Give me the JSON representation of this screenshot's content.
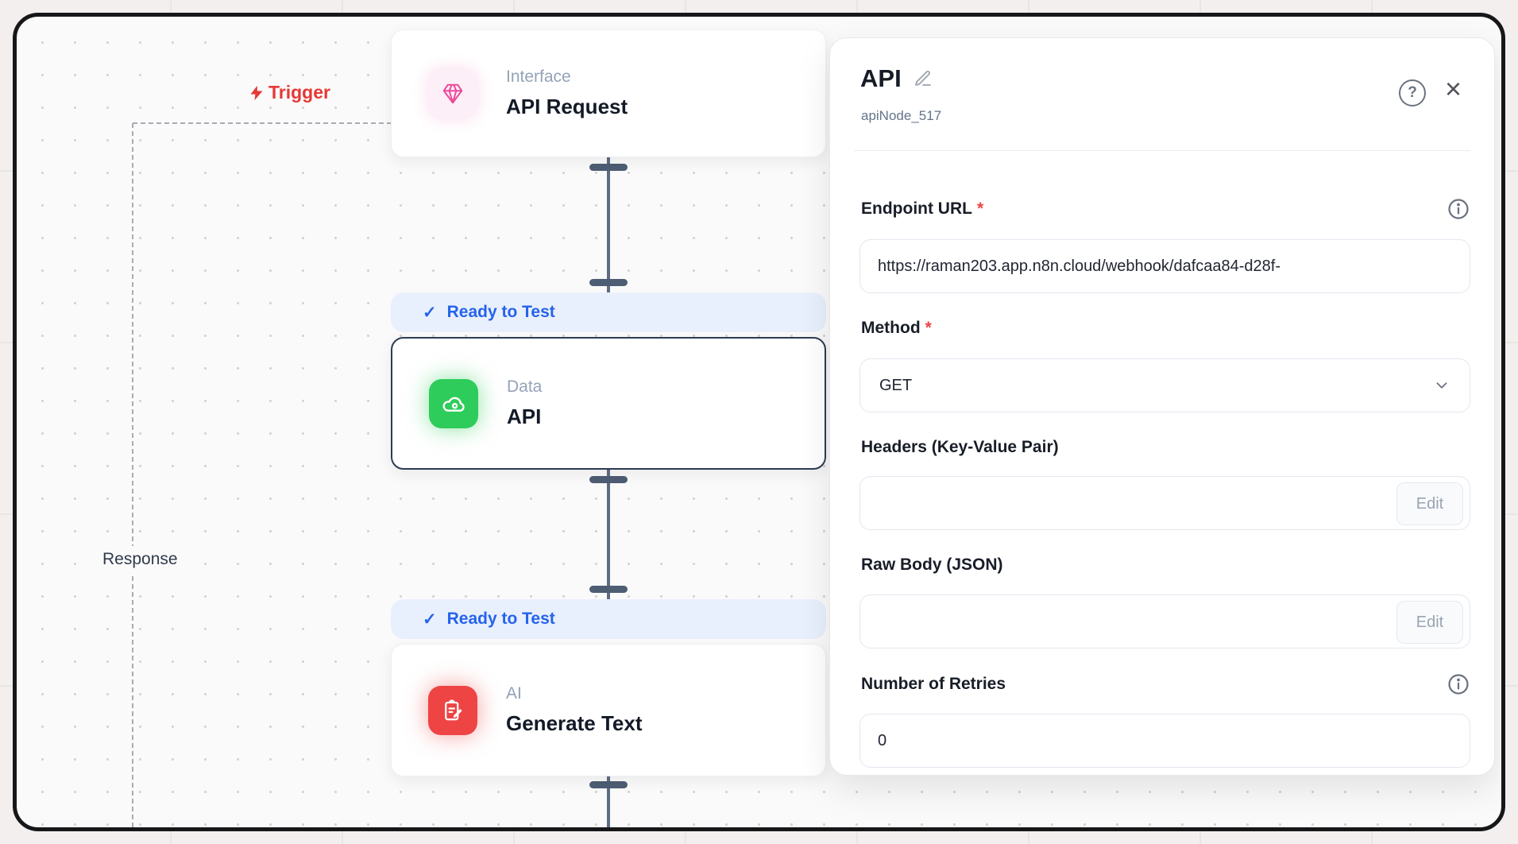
{
  "canvas": {
    "trigger_label": "Trigger",
    "response_label": "Response",
    "badge_check": "✓",
    "badge_label": "Ready to Test",
    "nodes": {
      "interface": {
        "category": "Interface",
        "title": "API Request"
      },
      "data": {
        "category": "Data",
        "title": "API"
      },
      "ai": {
        "category": "AI",
        "title": "Generate Text"
      }
    }
  },
  "panel": {
    "title": "API",
    "subtitle": "apiNode_517",
    "help_glyph": "?",
    "close_glyph": "×",
    "fields": {
      "endpoint_url": {
        "label": "Endpoint URL",
        "required": "*",
        "value": "https://raman203.app.n8n.cloud/webhook/dafcaa84-d28f-"
      },
      "method": {
        "label": "Method",
        "required": "*",
        "value": "GET"
      },
      "headers": {
        "label": "Headers (Key-Value Pair)",
        "value": "",
        "edit": "Edit"
      },
      "raw_body": {
        "label": "Raw Body (JSON)",
        "value": "",
        "edit": "Edit"
      },
      "retries": {
        "label": "Number of Retries",
        "value": "0"
      }
    }
  },
  "colors": {
    "accent_red": "#e53935",
    "badge_blue": "#2563eb",
    "node_green": "#2ecc5a",
    "node_pink": "#ec4899",
    "node_red": "#ee4444"
  }
}
